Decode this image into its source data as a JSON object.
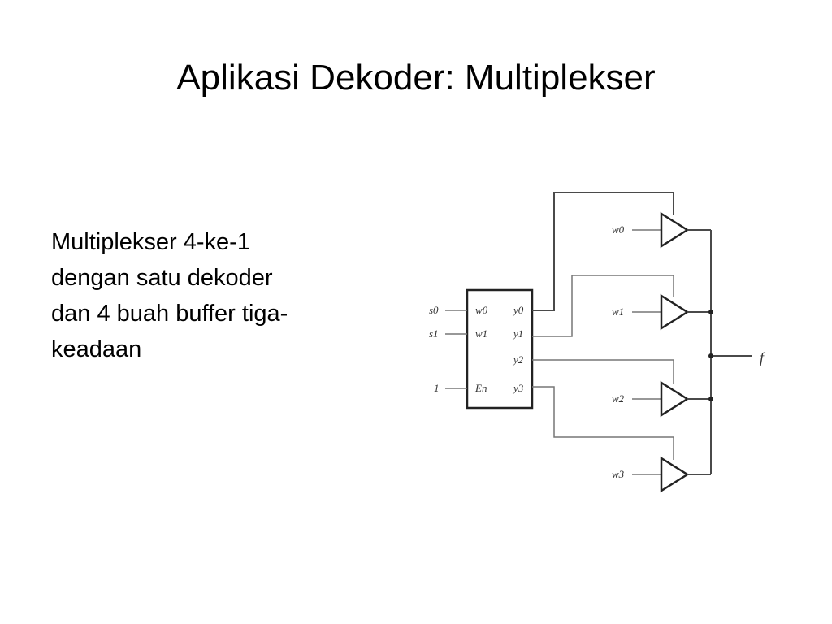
{
  "slide": {
    "title": "Aplikasi Dekoder: Multiplekser",
    "body_lines": [
      "Multiplekser 4-ke-1",
      "dengan satu dekoder",
      "dan 4 buah buffer tiga-",
      "keadaan"
    ]
  },
  "diagram": {
    "decoder_inputs": [
      "s0",
      "s1",
      "1"
    ],
    "decoder_input_pins": [
      "w0",
      "w1",
      "En"
    ],
    "decoder_outputs": [
      "y0",
      "y1",
      "y2",
      "y3"
    ],
    "buffer_inputs": [
      "w0",
      "w1",
      "w2",
      "w3"
    ],
    "output": "f"
  }
}
